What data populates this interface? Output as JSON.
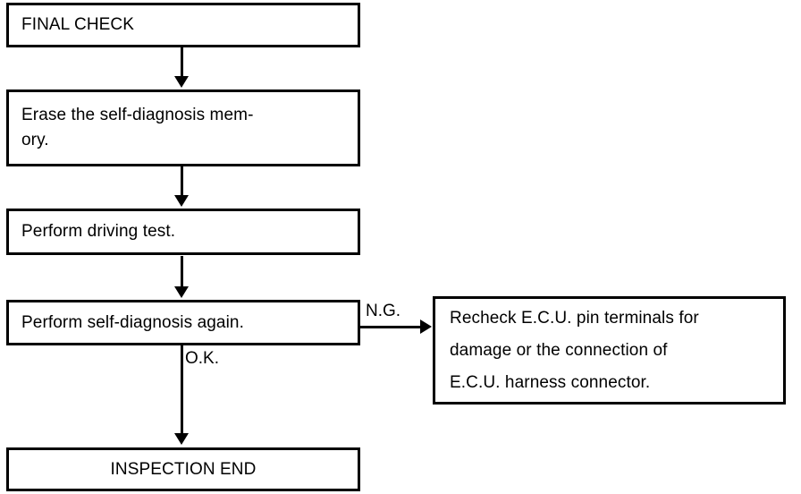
{
  "diagram": {
    "title": "FINAL CHECK flowchart",
    "colors": {
      "stroke": "#000000",
      "background": "#ffffff",
      "text": "#000000"
    },
    "nodes": [
      {
        "id": "final-check",
        "label": "FINAL CHECK"
      },
      {
        "id": "erase-memory",
        "label": "Erase the self-diagnosis mem-\nory."
      },
      {
        "id": "driving-test",
        "label": "Perform driving test."
      },
      {
        "id": "self-diagnosis",
        "label": "Perform self-diagnosis again."
      },
      {
        "id": "recheck-ecu",
        "label": "Recheck E.C.U. pin terminals for\ndamage or the connection of\nE.C.U. harness connector."
      },
      {
        "id": "inspection-end",
        "label": "INSPECTION END"
      }
    ],
    "edge_labels": {
      "ng": "N.G.",
      "ok": "O.K."
    }
  }
}
